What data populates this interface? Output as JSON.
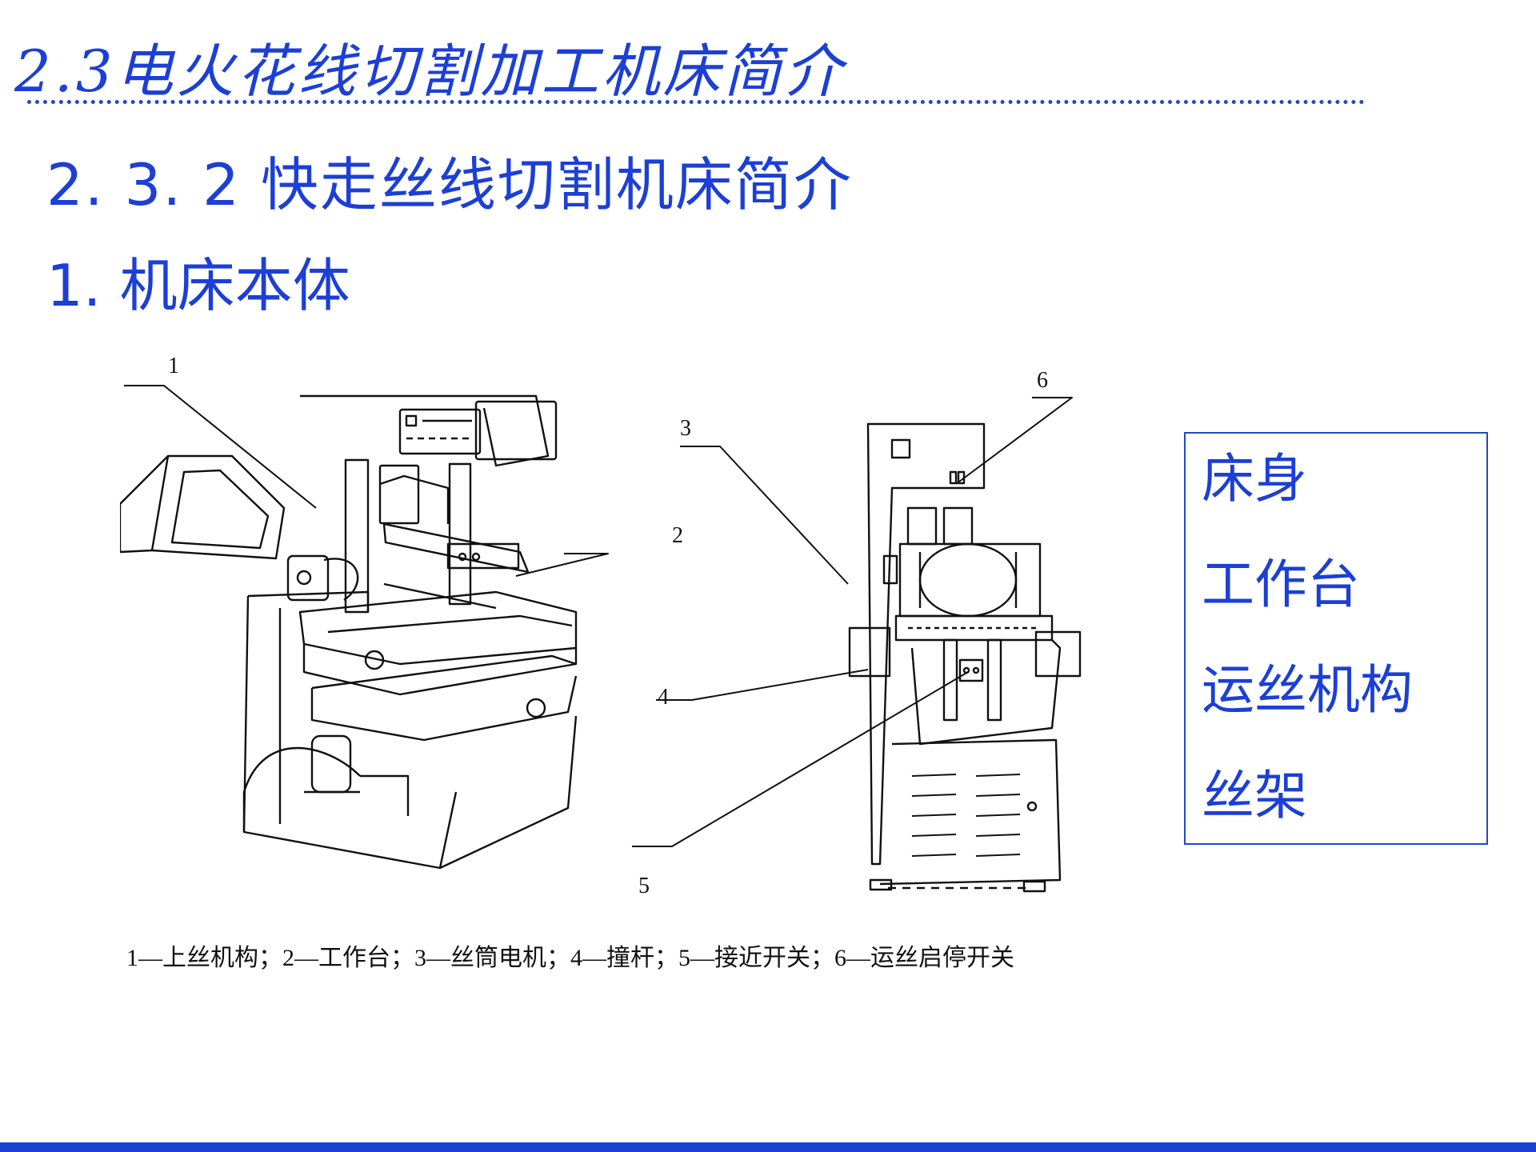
{
  "slide": {
    "title": "2.3电火花线切割加工机床简介",
    "subtitle": "2. 3. 2 快走丝线切割机床简介",
    "section_heading": "1. 机床本体"
  },
  "figure": {
    "callouts": [
      "1",
      "2",
      "3",
      "4",
      "5",
      "6"
    ],
    "caption": "1—上丝机构；2—工作台；3—丝筒电机；4—撞杆；5—接近开关；6—运丝启停开关"
  },
  "parts_box": {
    "items": [
      "床身",
      "工作台",
      "运丝机构",
      "丝架"
    ]
  },
  "colors": {
    "accent": "#1c3fd6",
    "text": "#111111",
    "background": "#ffffff"
  }
}
